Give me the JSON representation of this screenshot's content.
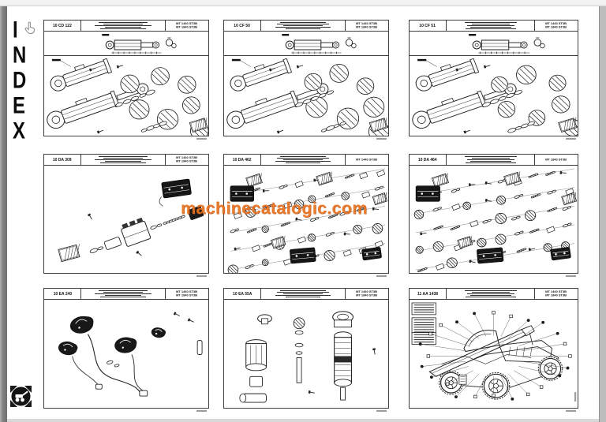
{
  "index_sidebar": {
    "letters": [
      "I",
      "N",
      "D",
      "E",
      "X"
    ]
  },
  "watermark": {
    "text": "machinecatalogic.com",
    "color": "#e8731e"
  },
  "catalog": {
    "models": [
      "MT 1440 ST3B",
      "MT 1840 ST3B"
    ]
  },
  "panels": [
    {
      "code": "10 CD 122",
      "models": [
        "MT 1440 ST3B",
        "MT 1840 ST3B"
      ],
      "type": "cylinders",
      "subject": "hydraulic-cylinder-exploded-view"
    },
    {
      "code": "10 CF 50",
      "models": [
        "MT 1440 ST3B",
        "MT 1840 ST3B"
      ],
      "type": "cylinders",
      "subject": "hydraulic-cylinder-exploded-view"
    },
    {
      "code": "10 CF 51",
      "models": [
        "MT 1440 ST3B",
        "MT 1840 ST3B"
      ],
      "type": "cylinders",
      "subject": "hydraulic-cylinder-exploded-view"
    },
    {
      "code": "10 DA 309",
      "models": [
        "MT 1440 ST3B",
        "MT 1840 ST3B"
      ],
      "type": "valveSparse",
      "subject": "distributor-valve-exploded-view"
    },
    {
      "code": "10 DA 462",
      "models": [
        "MT 1440 ST3B"
      ],
      "type": "valveDense",
      "subject": "distributor-exploded-view"
    },
    {
      "code": "10 DA 464",
      "models": [
        "MT 1840 ST3B"
      ],
      "type": "valveDense",
      "subject": "distributor-exploded-view"
    },
    {
      "code": "10 EA 240",
      "models": [
        "MT 1440 ST3B",
        "MT 1840 ST3B"
      ],
      "type": "electric",
      "subject": "electrical-components-harness"
    },
    {
      "code": "10 EA 55A",
      "models": [
        "MT 1440 ST3B",
        "MT 1840 ST3B"
      ],
      "type": "column",
      "subject": "filter-column-exploded-view"
    },
    {
      "code": "11 AA 1438",
      "models": [
        "MT 1440 ST3B",
        "MT 1840 ST3B"
      ],
      "type": "machine",
      "subject": "full-machine-wiring-diagram"
    }
  ]
}
